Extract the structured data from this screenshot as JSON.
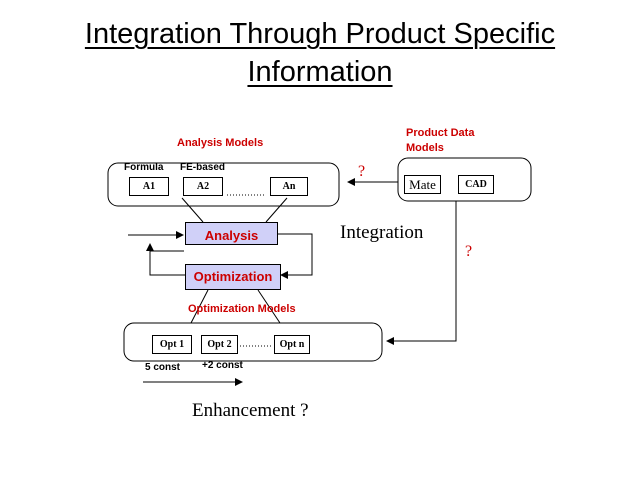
{
  "title_line1": "Integration Through Product Specific",
  "title_line2": "Information",
  "analysis_models_label": "Analysis Models",
  "product_data_models_label_line1": "Product Data",
  "product_data_models_label_line2": "Models",
  "formula_label": "Formula",
  "fe_based_label": "FE-based",
  "analysis_boxes": [
    "A1",
    "A2",
    "An"
  ],
  "product_boxes": [
    "Mate",
    "CAD"
  ],
  "question_left": "?",
  "question_right": "?",
  "analysis_label": "Analysis",
  "optimization_label": "Optimization",
  "integration_label": "Integration",
  "optimization_models_label": "Optimization Models",
  "opt_boxes": [
    "Opt 1",
    "Opt 2",
    "Opt n"
  ],
  "five_const": "5 const",
  "plus_two_const": "+2 const",
  "enhancement_label": "Enhancement ?"
}
